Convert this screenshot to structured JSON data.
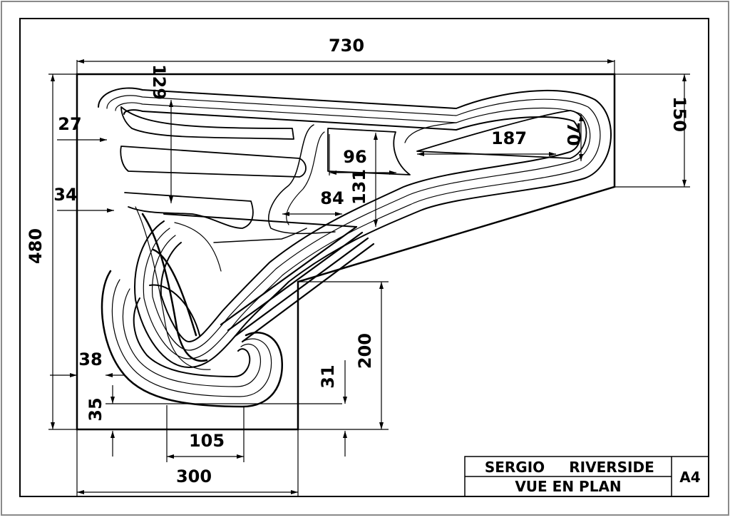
{
  "drawing": {
    "dimensions": {
      "overall_width": "730",
      "overall_height": "480",
      "right_height": "150",
      "top_inset": "129",
      "left_27": "27",
      "left_34": "34",
      "d96": "96",
      "d131": "131",
      "d84": "84",
      "d187": "187",
      "d70": "70",
      "d38": "38",
      "d35": "35",
      "d105": "105",
      "d300": "300",
      "d200": "200",
      "d31": "31"
    }
  },
  "title_block": {
    "author": "SERGIO",
    "project": "RIVERSIDE",
    "view": "VUE EN PLAN",
    "format": "A4"
  },
  "colors": {
    "line": "#000000",
    "background": "#ffffff",
    "frame": "#8a8a8a"
  }
}
